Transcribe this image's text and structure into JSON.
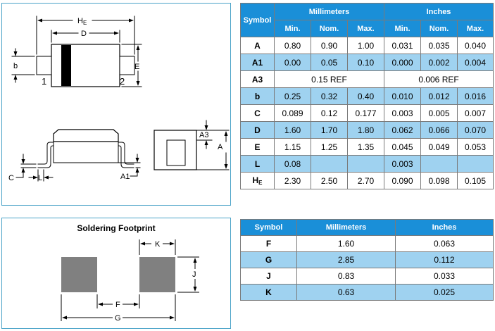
{
  "drawing": {
    "labels": {
      "he": "H",
      "he_sub": "E",
      "d": "D",
      "b": "b",
      "e": "E",
      "pin1": "1",
      "pin2": "2",
      "a3": "A3",
      "a": "A",
      "c": "C",
      "l": "L",
      "a1": "A1"
    }
  },
  "footprint": {
    "title": "Soldering Footprint",
    "labels": {
      "k": "K",
      "j": "J",
      "f": "F",
      "g": "G"
    }
  },
  "dim_table": {
    "symbol_header": "Symbol",
    "group_headers": [
      "Millimeters",
      "Inches"
    ],
    "sub_headers": [
      "Min.",
      "Nom.",
      "Max.",
      "Min.",
      "Nom.",
      "Max."
    ],
    "rows": [
      {
        "symbol": "A",
        "mm": [
          "0.80",
          "0.90",
          "1.00"
        ],
        "in": [
          "0.031",
          "0.035",
          "0.040"
        ]
      },
      {
        "symbol": "A1",
        "mm": [
          "0.00",
          "0.05",
          "0.10"
        ],
        "in": [
          "0.000",
          "0.002",
          "0.004"
        ]
      },
      {
        "symbol": "A3",
        "mm_span": "0.15 REF",
        "in_span": "0.006 REF"
      },
      {
        "symbol": "b",
        "mm": [
          "0.25",
          "0.32",
          "0.40"
        ],
        "in": [
          "0.010",
          "0.012",
          "0.016"
        ]
      },
      {
        "symbol": "C",
        "mm": [
          "0.089",
          "0.12",
          "0.177"
        ],
        "in": [
          "0.003",
          "0.005",
          "0.007"
        ]
      },
      {
        "symbol": "D",
        "mm": [
          "1.60",
          "1.70",
          "1.80"
        ],
        "in": [
          "0.062",
          "0.066",
          "0.070"
        ]
      },
      {
        "symbol": "E",
        "mm": [
          "1.15",
          "1.25",
          "1.35"
        ],
        "in": [
          "0.045",
          "0.049",
          "0.053"
        ]
      },
      {
        "symbol": "L",
        "mm": [
          "0.08",
          "",
          ""
        ],
        "in": [
          "0.003",
          "",
          ""
        ]
      },
      {
        "symbol": "H",
        "symbol_sub": "E",
        "mm": [
          "2.30",
          "2.50",
          "2.70"
        ],
        "in": [
          "0.090",
          "0.098",
          "0.105"
        ]
      }
    ]
  },
  "fp_table": {
    "headers": [
      "Symbol",
      "Millimeters",
      "Inches"
    ],
    "rows": [
      {
        "symbol": "F",
        "mm": "1.60",
        "in": "0.063"
      },
      {
        "symbol": "G",
        "mm": "2.85",
        "in": "0.112"
      },
      {
        "symbol": "J",
        "mm": "0.83",
        "in": "0.033"
      },
      {
        "symbol": "K",
        "mm": "0.63",
        "in": "0.025"
      }
    ]
  },
  "colors": {
    "header_blue": "#1a8fd8",
    "row_blue": "#9fd2f0",
    "panel_border": "#4aa3c8",
    "pad_gray": "#808080"
  }
}
